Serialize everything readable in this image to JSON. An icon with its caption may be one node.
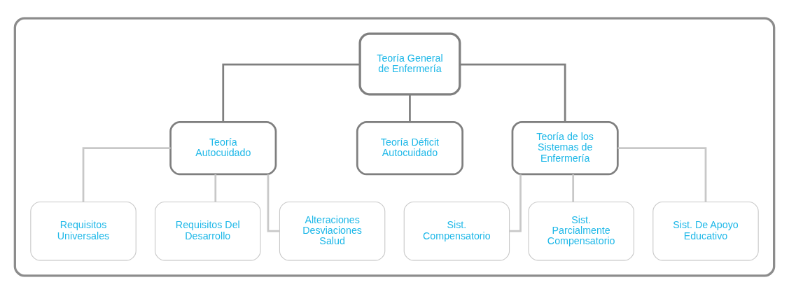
{
  "diagram": {
    "nodes": [
      {
        "text": [],
        "shape": "box"
      },
      {
        "text": [
          "Teoría General de Enfermería"
        ],
        "in": 0
      },
      {
        "text": [
          "Teoría Autocuidado"
        ],
        "in": 0
      },
      {
        "text": [
          "Teoría Déficit Autocuidado"
        ],
        "in": 0
      },
      {
        "text": [
          "Teoría de los Sistemas de Enfermería"
        ],
        "in": 0
      },
      {
        "text": [
          "Requisitos Universales"
        ],
        "in": 0
      },
      {
        "text": [
          "Requisitos Del Desarrollo"
        ],
        "in": 0
      },
      {
        "text": [
          "Alteraciones Desviaciones Salud"
        ],
        "in": 0
      },
      {
        "text": [
          "Sist. Compensatorio"
        ],
        "in": 0
      },
      {
        "text": [
          "Sist. Parcialmente Compensatorio"
        ],
        "in": 0
      },
      {
        "text": [
          "Sist. De Apoyo Educativo"
        ],
        "in": 0
      }
    ],
    "edges": [
      {
        "from": 1,
        "to": 2,
        "arrow": "none",
        "color": "#7f7f7f"
      },
      {
        "from": 1,
        "to": 3,
        "arrow": "none",
        "color": "#7f7f7f"
      },
      {
        "from": 1,
        "to": 4,
        "arrow": "none",
        "color": "#7f7f7f"
      },
      {
        "from": 2,
        "to": 5,
        "arrow": "none"
      },
      {
        "from": 2,
        "to": 6,
        "arrow": "none"
      },
      {
        "from": 2,
        "to": 7,
        "arrow": "none"
      },
      {
        "from": 4,
        "to": 8,
        "arrow": "none"
      },
      {
        "from": 4,
        "to": 9,
        "arrow": "none"
      },
      {
        "from": 4,
        "to": 10,
        "arrow": "none"
      }
    ]
  }
}
